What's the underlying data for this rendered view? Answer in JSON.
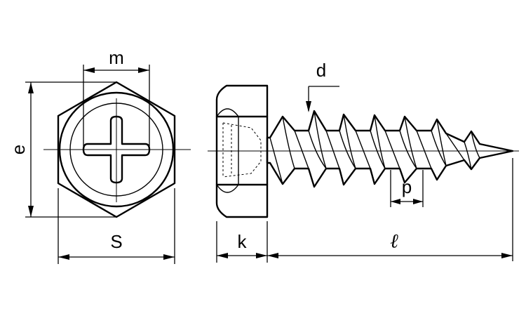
{
  "labels": {
    "m": "m",
    "e": "e",
    "s": "S",
    "k": "k",
    "d": "d",
    "p": "p",
    "l": "ℓ"
  },
  "colors": {
    "line": "#000000",
    "background": "#ffffff"
  },
  "icons": {
    "recess": "cross-recess-icon",
    "head": "hex-head-icon"
  }
}
